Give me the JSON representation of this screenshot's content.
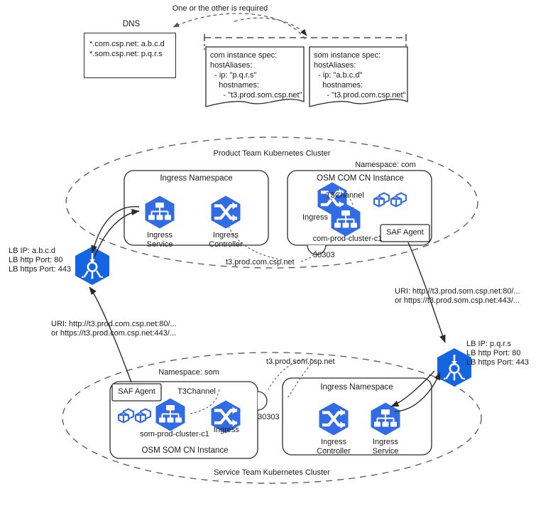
{
  "diagram": {
    "title_note": "One or the other is required",
    "dns": {
      "label": "DNS",
      "lines": [
        "*.com.csp.net: a.b.c.d",
        "*.som.csp.net: p.q.r.s"
      ]
    },
    "specs": [
      {
        "name": "com-instance-spec",
        "lines": [
          "com instance spec:",
          "hostAliases:",
          "  - ip: \"p.q.r.s\"",
          "    hostnames:",
          "      - \"t3.prod.som.csp.net\""
        ]
      },
      {
        "name": "som-instance-spec",
        "lines": [
          "som instance spec:",
          "hostAliases:",
          "  - ip: \"a.b.c.d\"",
          "    hostnames:",
          "      - \"t3.prod.com.csp.net\""
        ]
      }
    ],
    "clusters": [
      {
        "id": "product",
        "label": "Product Team Kubernetes Cluster"
      },
      {
        "id": "service",
        "label": "Service Team Kubernetes Cluster"
      }
    ],
    "top": {
      "ingress_namespace": {
        "title": "Ingress Namespace",
        "nodes": [
          {
            "icon": "k8s-service-icon",
            "label_line1": "Ingress",
            "label_line2": "Service"
          },
          {
            "icon": "k8s-controller-icon",
            "label_line1": "Ingress",
            "label_line2": "Controller"
          }
        ]
      },
      "namespace_label": "Namespace: com",
      "instance": {
        "title": "OSM COM CN Instance",
        "ingress_label": "Ingress",
        "channel_label": "T3Channel",
        "cluster_label": "com-prod-cluster-c1",
        "agent_label": "SAF Agent",
        "pods_icon": "pods-icon"
      },
      "port": "30303",
      "host_label": "t3.prod.com.csp.net"
    },
    "bottom": {
      "namespace_label": "Namespace: som",
      "instance": {
        "title": "OSM SOM CN Instance",
        "ingress_label": "Ingress",
        "channel_label": "T3Channel",
        "cluster_label": "som-prod-cluster-c1",
        "agent_label": "SAF Agent",
        "pods_icon": "pods-icon"
      },
      "port": "30303",
      "host_label": "t3.prod.som.csp.net",
      "ingress_namespace": {
        "title": "Ingress Namespace",
        "nodes": [
          {
            "icon": "k8s-controller-icon",
            "label_line1": "Ingress",
            "label_line2": "Controller"
          },
          {
            "icon": "k8s-service-icon",
            "label_line1": "Ingress",
            "label_line2": "Service"
          }
        ]
      }
    },
    "load_balancers": [
      {
        "id": "lb-com",
        "icon": "load-balancer-icon",
        "lines": [
          "LB IP: a.b.c.d",
          "LB http Port: 80",
          "LB https Port: 443"
        ]
      },
      {
        "id": "lb-som",
        "icon": "load-balancer-icon",
        "lines": [
          "LB IP: p.q.r.s",
          "LB http Port: 80",
          "LB https Port: 443"
        ]
      }
    ],
    "uris": [
      {
        "id": "uri-com",
        "lines": [
          "URI: http://t3.prod.com.csp.net:80/...",
          "or https://t3.prod.com.csp.net:443/..."
        ]
      },
      {
        "id": "uri-som",
        "lines": [
          "URI: http://t3.prod.som.csp.net:80/...",
          "or https://t3.prod.som.csp.net:443/..."
        ]
      }
    ],
    "colors": {
      "k8s_blue": "#326CE5",
      "lb_blue": "#1565E0",
      "stroke": "#2b2b2b",
      "dash": "#555555"
    }
  }
}
